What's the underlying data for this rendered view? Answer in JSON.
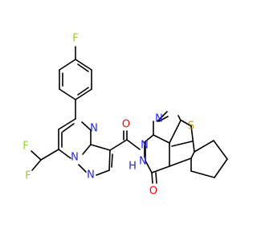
{
  "molecule": {
    "atoms": {
      "F_aryl": "F",
      "F_1": "F",
      "F_2": "F",
      "N_pyrimidine_top": "N",
      "N_pyrazole_bridge": "N",
      "N_pyrazole_2": "N",
      "O_amide": "O",
      "N_amide_NH": "N",
      "H_amide": "H",
      "N_thienopyrimidine_1": "N",
      "N_thienopyrimidine_3": "N",
      "S_thiophene": "S",
      "O_thienopyrimidinone": "O"
    },
    "colors": {
      "fluorine": "#9acd32",
      "nitrogen": "#1f1fff",
      "oxygen": "#ff0000",
      "sulfur": "#c8a000",
      "carbon_bond": "#000000"
    }
  }
}
